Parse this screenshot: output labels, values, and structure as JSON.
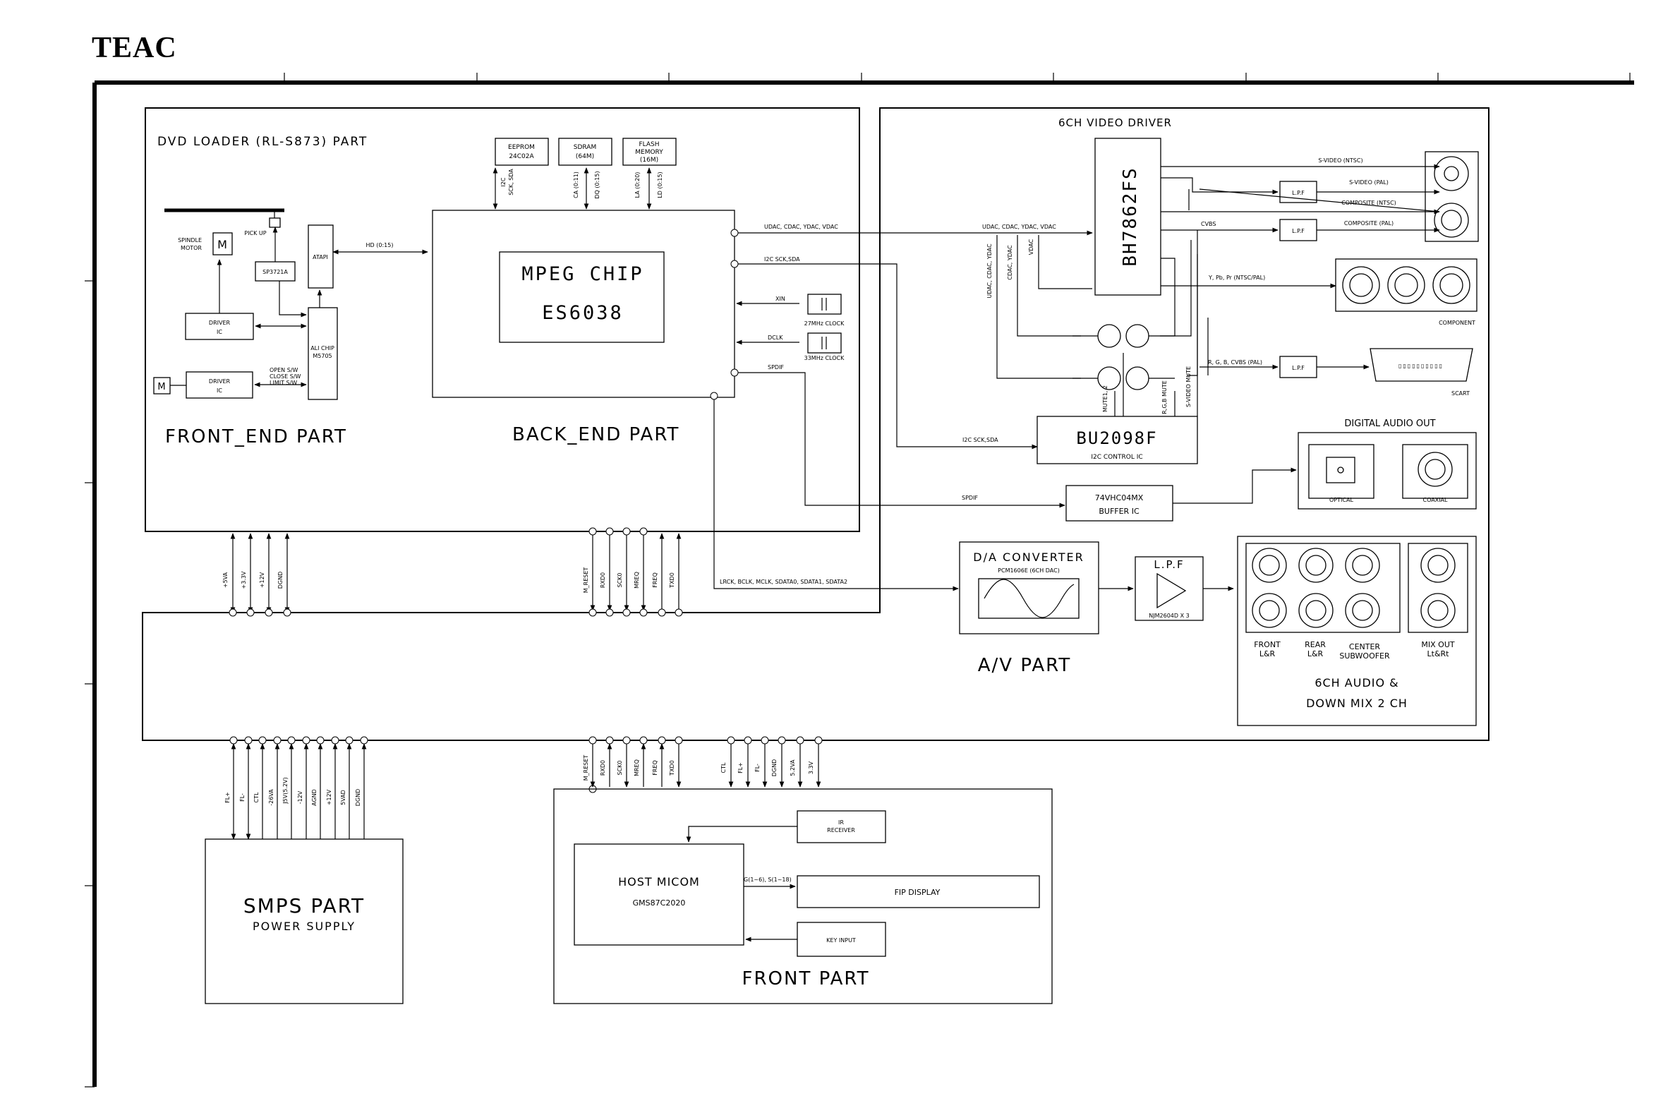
{
  "brand": "TEAC",
  "sections": {
    "dvd_loader": "DVD LOADER (RL-S873) PART",
    "front_end": "FRONT_END PART",
    "back_end": "BACK_END PART",
    "video_driver": "6CH VIDEO DRIVER",
    "av_part": "A/V PART",
    "smps": "SMPS PART",
    "power_supply": "POWER SUPPLY",
    "front_part": "FRONT PART"
  },
  "chips": {
    "eeprom": [
      "EEPROM",
      "24C02A"
    ],
    "sdram": [
      "SDRAM",
      "(64M)"
    ],
    "flash": [
      "FLASH",
      "MEMORY",
      "(16M)"
    ],
    "mpeg": [
      "MPEG CHIP",
      "ES6038"
    ],
    "atapi": "ATAPI",
    "sp3721a": "SP3721A",
    "driver_ic_1": [
      "DRIVER",
      "IC"
    ],
    "driver_ic_2": [
      "DRIVER",
      "IC"
    ],
    "ali_chip": [
      "ALI CHIP",
      "M5705"
    ],
    "bh7862fs": "BH7862FS",
    "bu2098f": "BU2098F",
    "i2c_control_ic": "I2C CONTROL IC",
    "buffer_chip": "74VHC04MX",
    "buffer_ic": "BUFFER IC",
    "dac_title": "D/A CONVERTER",
    "dac_part": "PCM1606E (6CH DAC)",
    "lpf_title": "L.P.F",
    "lpf_part": "NJM2604D X 3",
    "lpf_small": "L.P.F",
    "host_micom": "HOST MICOM",
    "host_part": "GMS87C2020",
    "ir_receiver": [
      "IR",
      "RECEIVER"
    ],
    "fip_display": "FIP DISPLAY",
    "key_input": "KEY INPUT"
  },
  "labels": {
    "pick_up": "PICK UP",
    "spindle_motor": [
      "SPINDLE",
      "MOTOR"
    ],
    "hd_bus": "HD (0:15)",
    "open_sw": [
      "OPEN S/W",
      "CLOSE S/W",
      "LIMIT S/W"
    ],
    "i2c_bus": [
      "I2C",
      "SCK, SDA"
    ],
    "ca_bus": "CA (0:11)",
    "dq_bus": "DQ (0:15)",
    "la_bus": "LA (0:20)",
    "ld_bus": "LD (0:15)",
    "udac_out": "UDAC, CDAC, YDAC, VDAC",
    "i2c_out": "I2C SCK,SDA",
    "xin": "XIN",
    "dclk": "DCLK",
    "spdif": "SPDIF",
    "clock27": "27MHz CLOCK",
    "clock33": "33MHz CLOCK",
    "udac_in": "UDAC, CDAC, YDAC, VDAC",
    "udac_v1": "UDAC, CDAC, YDAC",
    "cdac_v": "CDAC, YDAC",
    "vdac_v": "VDAC",
    "cvbs": "CVBS",
    "svideo_ntsc": "S-VIDEO (NTSC)",
    "svideo_pal": "S-VIDEO (PAL)",
    "composite_ntsc": "COMPOSITE (NTSC)",
    "composite_pal": "COMPOSITE (PAL)",
    "ypbpr": "Y, Pb, Pr (NTSC/PAL)",
    "component": "COMPONENT",
    "rgb_cvbs": "R, G, B, CVBS (PAL)",
    "scart": "SCART",
    "mute12": "MUTE1, 2",
    "rgb_mute": "R,G,B MUTE",
    "svideo_mute": "S-VIDEO MUTE",
    "i2c_in": "I2C SCK,SDA",
    "spdif_in": "SPDIF",
    "digital_audio_out": "DIGITAL AUDIO OUT",
    "optical": "OPTICAL",
    "coaxial": "COAXIAL",
    "lrck": "LRCK, BCLK, MCLK, SDATA0, SDATA1, SDATA2",
    "front_lr": [
      "FRONT",
      "L&R"
    ],
    "rear_lr": [
      "REAR",
      "L&R"
    ],
    "center_sub": [
      "CENTER",
      "SUBWOOFER"
    ],
    "mix_out": [
      "MIX OUT",
      "Lt&Rt"
    ],
    "audio_6ch": "6CH AUDIO &",
    "down_mix": "DOWN MIX  2 CH",
    "grid_bus": "G(1~6), S(1~18)"
  },
  "connectors": {
    "loader_power": [
      "+5VA",
      "+3.3V",
      "+12V",
      "DGND"
    ],
    "loader_signal": [
      "M_RESET",
      "RXD0",
      "SCK0",
      "MREQ",
      "FREQ",
      "TXD0"
    ],
    "smps_pins": [
      "FL+",
      "FL-",
      "CTL",
      "-26VA",
      "J5V(5.2V)",
      "-12V",
      "AGND",
      "+12V",
      "5VAD",
      "DGND"
    ],
    "front_signal": [
      "M_RESET",
      "RXD0",
      "SCK0",
      "MREQ",
      "FREQ",
      "TXD0"
    ],
    "front_power": [
      "CTL",
      "FL+",
      "FL-",
      "DGND",
      "5.2VA",
      "3.3V"
    ]
  }
}
